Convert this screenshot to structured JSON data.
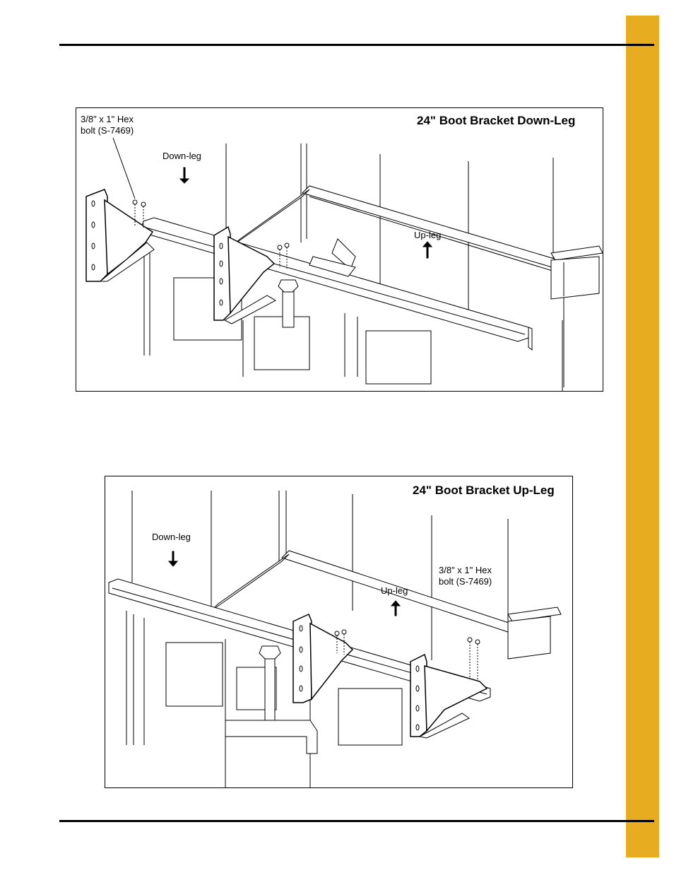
{
  "page": {
    "tab_color": "#e8ac20"
  },
  "figures": [
    {
      "title": "24\" Boot Bracket Down-Leg",
      "bolt_label": [
        "3/8\" x 1\" Hex",
        "bolt (S-7469)"
      ],
      "down_leg_label": "Down-leg",
      "up_leg_label": "Up-leg"
    },
    {
      "title": "24\" Boot Bracket Up-Leg",
      "bolt_label": [
        "3/8\" x 1\" Hex",
        "bolt (S-7469)"
      ],
      "down_leg_label": "Down-leg",
      "up_leg_label": "Up-leg"
    }
  ]
}
